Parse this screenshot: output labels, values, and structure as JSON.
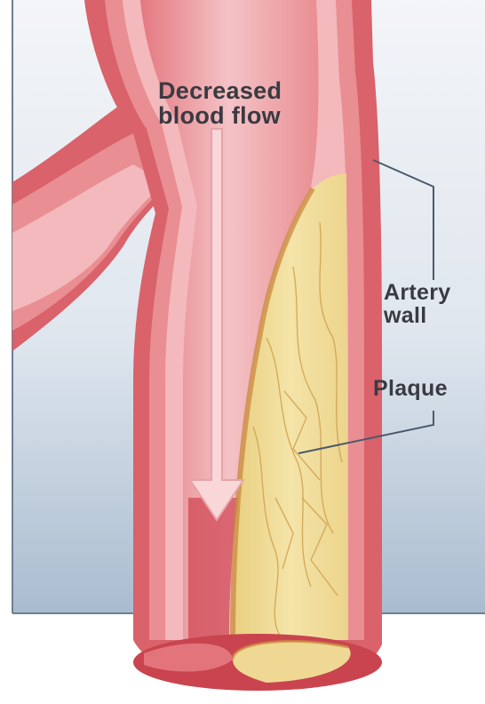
{
  "diagram": {
    "labels": {
      "flow_line1": "Decreased",
      "flow_line2": "blood flow",
      "wall_line1": "Artery",
      "wall_line2": "wall",
      "plaque": "Plaque"
    },
    "colors": {
      "panel_top": "#eef1f6",
      "panel_bottom": "#a9bccf",
      "panel_border": "#6f7f91",
      "artery_outer": "#d9626b",
      "artery_mid": "#e98e92",
      "artery_inner": "#f3b9bc",
      "lumen": "#f7cfd1",
      "plaque": "#f1df9c",
      "plaque_strands": "#d8b35a",
      "arrow": "#f9d6d8",
      "leader_line": "#4a5a6a"
    }
  }
}
